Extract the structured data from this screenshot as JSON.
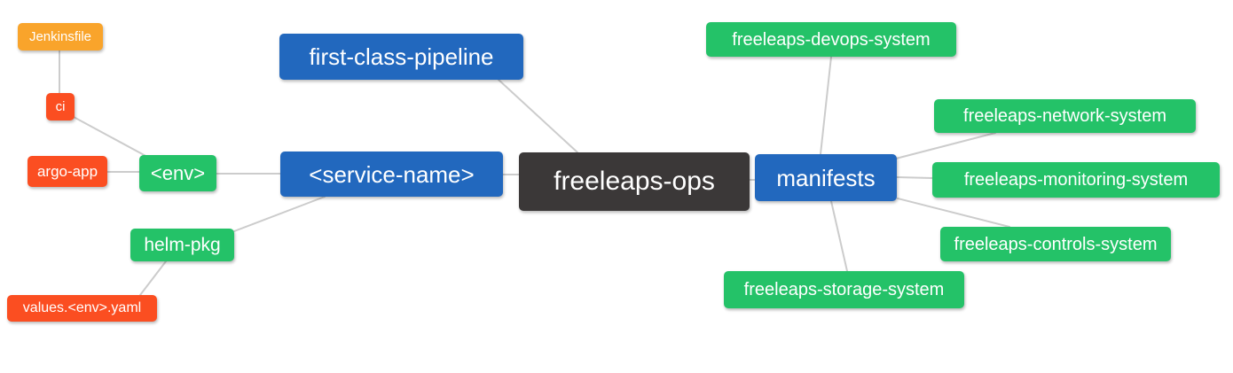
{
  "diagram": {
    "type": "mindmap",
    "root_label": "freeleaps-ops",
    "palette": {
      "blue": "#2268be",
      "green": "#24c268",
      "red": "#fb4e21",
      "orange": "#f9a42b",
      "dark": "#3b3838",
      "edge": "#cccccc",
      "text": "#ffffff",
      "background": "#ffffff"
    },
    "nodes": [
      {
        "id": "jenkinsfile",
        "label": "Jenkinsfile",
        "color": "orange"
      },
      {
        "id": "ci",
        "label": "ci",
        "color": "red"
      },
      {
        "id": "argo-app",
        "label": "argo-app",
        "color": "red"
      },
      {
        "id": "env",
        "label": "<env>",
        "color": "green"
      },
      {
        "id": "helm-pkg",
        "label": "helm-pkg",
        "color": "green"
      },
      {
        "id": "values-env-yaml",
        "label": "values.<env>.yaml",
        "color": "red"
      },
      {
        "id": "first-class-pipeline",
        "label": "first-class-pipeline",
        "color": "blue"
      },
      {
        "id": "service-name",
        "label": "<service-name>",
        "color": "blue"
      },
      {
        "id": "freeleaps-ops",
        "label": "freeleaps-ops",
        "color": "dark"
      },
      {
        "id": "manifests",
        "label": "manifests",
        "color": "blue"
      },
      {
        "id": "freeleaps-devops-system",
        "label": "freeleaps-devops-system",
        "color": "green"
      },
      {
        "id": "freeleaps-network-system",
        "label": "freeleaps-network-system",
        "color": "green"
      },
      {
        "id": "freeleaps-monitoring-system",
        "label": "freeleaps-monitoring-system",
        "color": "green"
      },
      {
        "id": "freeleaps-controls-system",
        "label": "freeleaps-controls-system",
        "color": "green"
      },
      {
        "id": "freeleaps-storage-system",
        "label": "freeleaps-storage-system",
        "color": "green"
      }
    ],
    "edges": [
      {
        "from": "jenkinsfile",
        "to": "ci"
      },
      {
        "from": "ci",
        "to": "env"
      },
      {
        "from": "argo-app",
        "to": "env"
      },
      {
        "from": "env",
        "to": "service-name"
      },
      {
        "from": "service-name",
        "to": "helm-pkg"
      },
      {
        "from": "helm-pkg",
        "to": "values-env-yaml"
      },
      {
        "from": "service-name",
        "to": "freeleaps-ops"
      },
      {
        "from": "first-class-pipeline",
        "to": "freeleaps-ops"
      },
      {
        "from": "freeleaps-ops",
        "to": "manifests"
      },
      {
        "from": "manifests",
        "to": "freeleaps-devops-system"
      },
      {
        "from": "manifests",
        "to": "freeleaps-network-system"
      },
      {
        "from": "manifests",
        "to": "freeleaps-monitoring-system"
      },
      {
        "from": "manifests",
        "to": "freeleaps-controls-system"
      },
      {
        "from": "manifests",
        "to": "freeleaps-storage-system"
      }
    ]
  }
}
